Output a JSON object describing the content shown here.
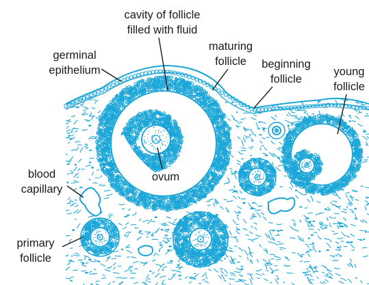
{
  "colors": {
    "tissue": "#1ba6d8",
    "text": "#1a1a1a",
    "fluid": "#ffffff"
  },
  "labels": {
    "cavity_line1": "cavity of follicle",
    "cavity_line2": "filled with fluid",
    "germinal_line1": "germinal",
    "germinal_line2": "epithelium",
    "maturing_line1": "maturing",
    "maturing_line2": "follicle",
    "beginning_line1": "beginning",
    "beginning_line2": "follicle",
    "young_line1": "young",
    "young_line2": "follicle",
    "blood_line1": "blood",
    "blood_line2": "capillary",
    "ovum": "ovum",
    "primary_line1": "primary",
    "primary_line2": "follicle"
  }
}
